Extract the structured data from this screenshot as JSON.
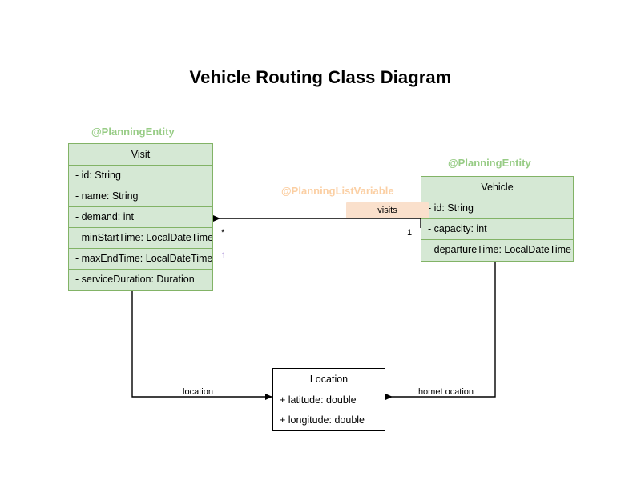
{
  "diagram": {
    "title": "Vehicle Routing Class Diagram",
    "type": "uml-class-diagram",
    "background_color": "#ffffff",
    "palette": {
      "planning_entity_fill": "#d5e8d4",
      "planning_entity_border": "#82b366",
      "planning_entity_stereotype_text": "#97cc85",
      "planning_list_variable_stereotype_text": "#fbcfa3",
      "association_label_fill": "#fae0cc",
      "plain_class_fill": "#ffffff",
      "plain_class_border": "#000000",
      "connector_color": "#000000",
      "multiplicity_accent": "#b39ddb"
    }
  },
  "classes": [
    {
      "id": "visit",
      "name": "Visit",
      "stereotype": "@PlanningEntity",
      "stereotype_style": "entity",
      "attributes": [
        "- id: String",
        "- name: String",
        "- demand: int",
        "- minStartTime: LocalDateTime",
        "- maxEndTime: LocalDateTime",
        "- serviceDuration: Duration"
      ]
    },
    {
      "id": "vehicle",
      "name": "Vehicle",
      "stereotype": "@PlanningEntity",
      "stereotype_style": "entity",
      "attributes": [
        "- id: String",
        "- capacity: int",
        "- departureTime: LocalDateTime"
      ]
    },
    {
      "id": "location",
      "name": "Location",
      "stereotype": null,
      "stereotype_style": "plain",
      "attributes": [
        "+ latitude: double",
        "+ longitude: double"
      ]
    }
  ],
  "associations": [
    {
      "id": "visits",
      "label": "visits",
      "stereotype": "@PlanningListVariable",
      "from": "Vehicle",
      "to": "Visit",
      "source_multiplicity": "1",
      "target_multiplicity": "*",
      "extra_multiplicity": "1"
    },
    {
      "id": "location",
      "label": "location",
      "from": "Visit",
      "to": "Location"
    },
    {
      "id": "homeLocation",
      "label": "homeLocation",
      "from": "Vehicle",
      "to": "Location"
    }
  ]
}
